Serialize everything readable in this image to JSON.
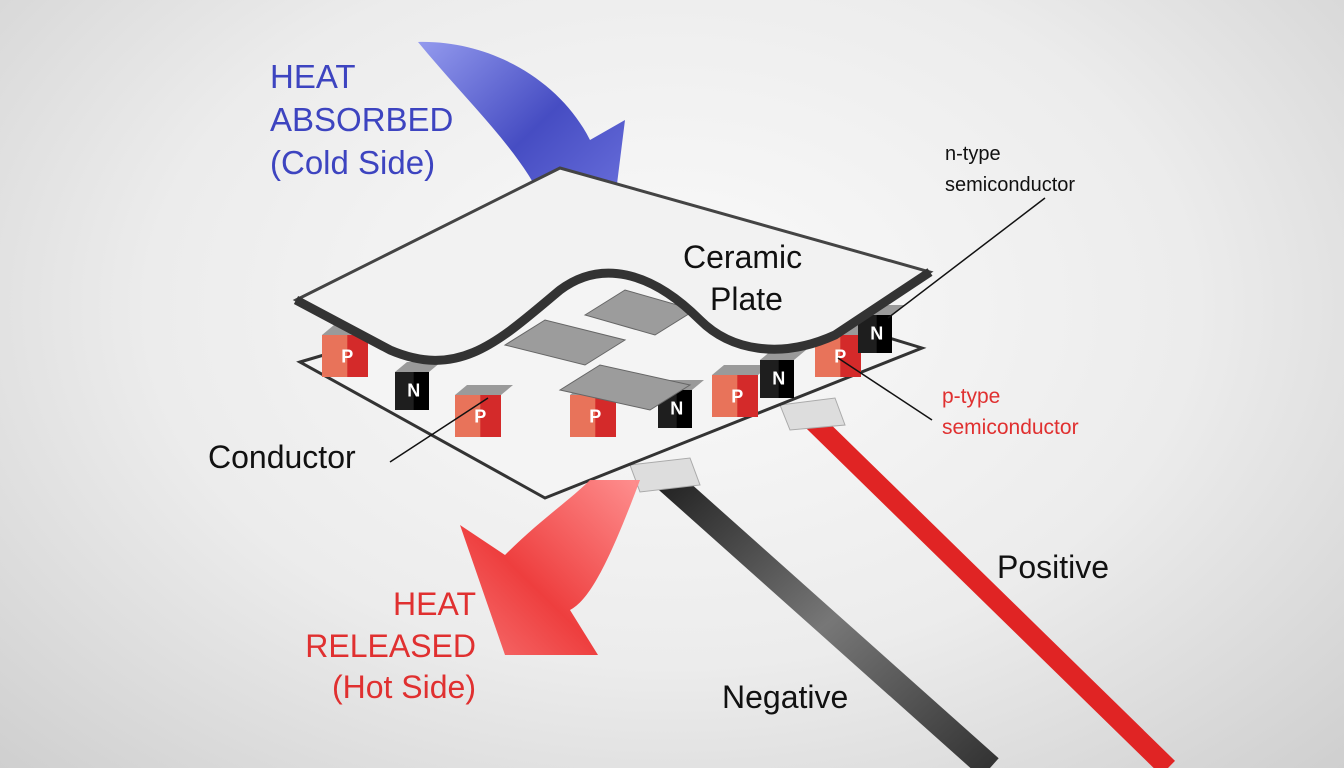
{
  "labels": {
    "heat_absorbed": [
      "HEAT",
      "ABSORBED",
      "(Cold Side)"
    ],
    "heat_released": [
      "HEAT",
      "RELEASED",
      "(Hot Side)"
    ],
    "n_type": [
      "n-type",
      "semiconductor"
    ],
    "p_type": [
      "p-type",
      "semiconductor"
    ],
    "ceramic_plate": [
      "Ceramic",
      "Plate"
    ],
    "conductor": "Conductor",
    "positive": "Positive",
    "negative": "Negative"
  },
  "pellets": [
    "P",
    "N",
    "P",
    "P",
    "N",
    "P",
    "N",
    "P",
    "N"
  ],
  "colors": {
    "cold": "#3d44c0",
    "hot": "#e03030",
    "p_type": "#e8735a",
    "n_type": "#1e1e1e",
    "positive_wire": "#e02424",
    "negative_wire": "#333333"
  }
}
